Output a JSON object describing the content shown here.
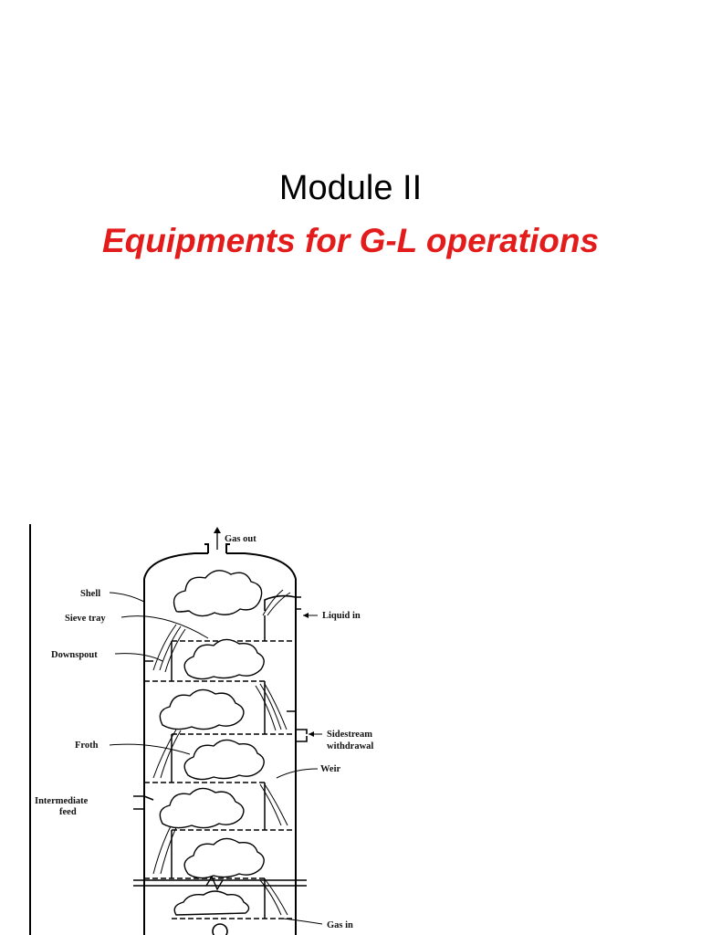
{
  "slide": {
    "title": "Module II",
    "subtitle": "Equipments for G-L operations",
    "subtitle_color": "#e31b1b"
  },
  "diagram": {
    "labels": {
      "gas_out": "Gas out",
      "shell": "Shell",
      "sieve_tray": "Sieve tray",
      "liquid_in": "Liquid in",
      "downspout": "Downspout",
      "sidestream_1": "Sidestream",
      "sidestream_2": "withdrawal",
      "froth": "Froth",
      "weir": "Weir",
      "intermediate_feed_1": "Intermediate",
      "intermediate_feed_2": "feed",
      "gas_in": "Gas in"
    }
  }
}
